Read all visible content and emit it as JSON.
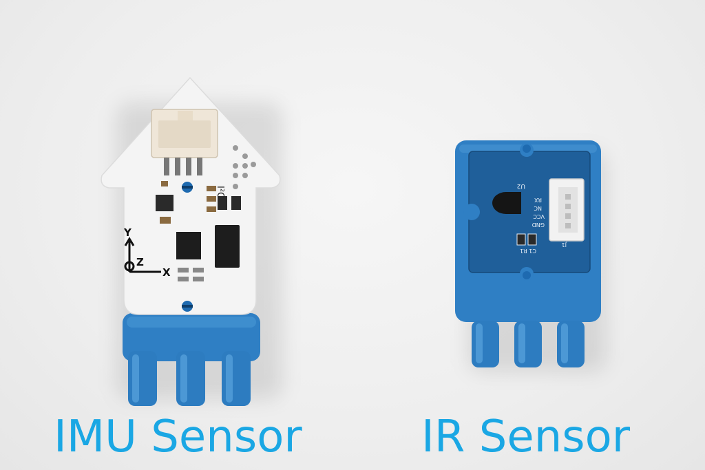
{
  "captions": {
    "imu": "IMU Sensor",
    "ir": "IR Sensor"
  },
  "imu_board": {
    "axis_y": "Y",
    "axis_z": "Z",
    "axis_x": "X",
    "i2c_label": "I²C"
  },
  "ir_board": {
    "u2_label": "U2",
    "pins": [
      "RX",
      "NC",
      "VCC",
      "GND"
    ],
    "j1_label": "J1",
    "c1r1_label": "C1 R1"
  },
  "colors": {
    "caption": "#1aa7e4",
    "blue_housing": "#2f7fc4",
    "pcb_white": "#f4f4f4",
    "pcb_blue": "#1f5f9a",
    "connector": "#efe6d8"
  }
}
